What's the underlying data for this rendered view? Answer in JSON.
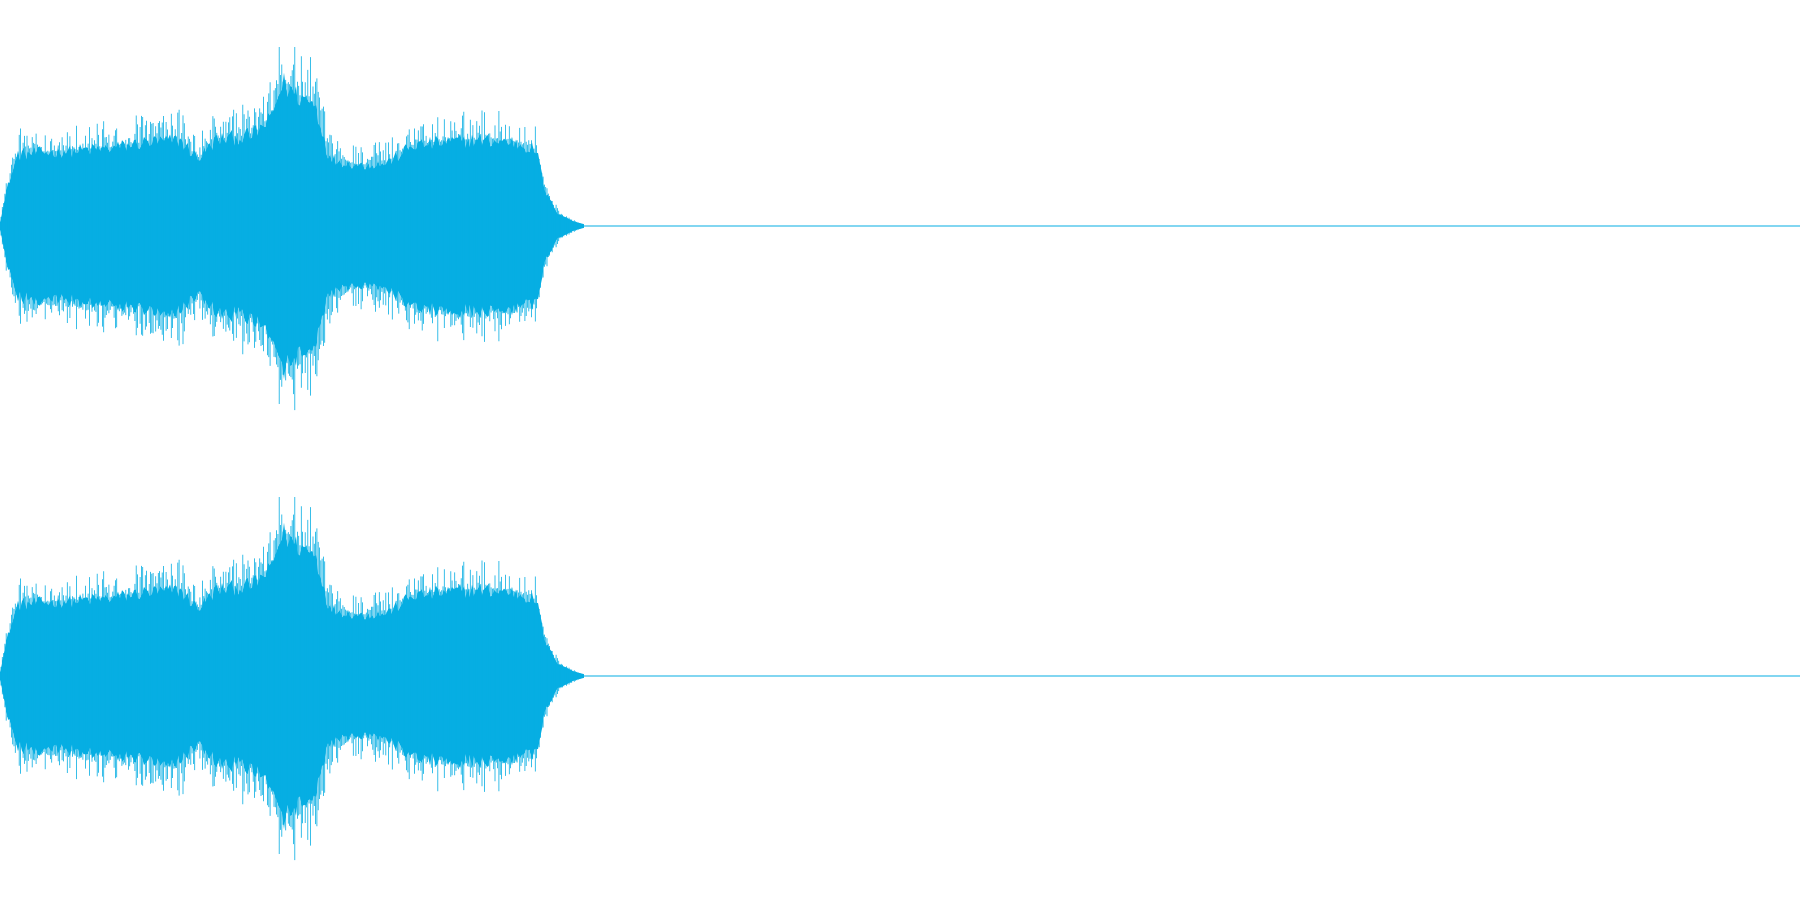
{
  "waveform": {
    "color": "#06aee3",
    "background": "#ffffff",
    "channel_count": 2,
    "channels": [
      {
        "channel": "left"
      },
      {
        "channel": "right"
      }
    ],
    "sound_end_fraction": 0.325,
    "envelope_profile": [
      [
        0.0,
        0.05
      ],
      [
        0.004,
        0.45
      ],
      [
        0.01,
        0.85
      ],
      [
        0.03,
        0.88
      ],
      [
        0.06,
        0.92
      ],
      [
        0.08,
        0.99
      ],
      [
        0.1,
        1.02
      ],
      [
        0.11,
        0.8
      ],
      [
        0.12,
        1.02
      ],
      [
        0.14,
        1.08
      ],
      [
        0.15,
        1.25
      ],
      [
        0.157,
        1.7
      ],
      [
        0.165,
        1.55
      ],
      [
        0.175,
        1.45
      ],
      [
        0.183,
        0.8
      ],
      [
        0.2,
        0.72
      ],
      [
        0.215,
        0.75
      ],
      [
        0.23,
        0.96
      ],
      [
        0.26,
        1.02
      ],
      [
        0.285,
        1.0
      ],
      [
        0.298,
        0.9
      ],
      [
        0.303,
        0.4
      ],
      [
        0.31,
        0.15
      ],
      [
        0.318,
        0.06
      ],
      [
        0.325,
        0.02
      ]
    ]
  }
}
